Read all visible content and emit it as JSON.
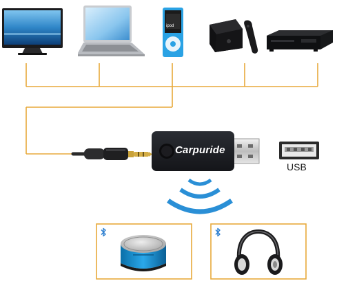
{
  "diagram": {
    "title": "",
    "sources": [
      {
        "id": "tv",
        "icon": "tv-icon"
      },
      {
        "id": "laptop",
        "icon": "laptop-icon"
      },
      {
        "id": "ipod",
        "icon": "ipod-icon",
        "label": "ipod"
      },
      {
        "id": "tv-box",
        "icon": "tv-box-icon"
      },
      {
        "id": "dvd-player",
        "icon": "dvd-player-icon"
      }
    ],
    "adapter": {
      "brand": "Carpuride",
      "icon": "usb-bluetooth-adapter-icon"
    },
    "usb_port": {
      "label": "USB",
      "icon": "usb-port-icon"
    },
    "receivers": [
      {
        "id": "speaker",
        "icon": "bluetooth-speaker-icon",
        "badge": "bluetooth-icon"
      },
      {
        "id": "headphones",
        "icon": "headphones-icon",
        "badge": "bluetooth-icon"
      }
    ],
    "colors": {
      "connector_lines": "#e8a93a",
      "signal_waves": "#2a8fd6",
      "receiver_frame": "#e8a93a",
      "bluetooth": "#2d7fd0",
      "adapter_body": "#1d1f24"
    }
  }
}
